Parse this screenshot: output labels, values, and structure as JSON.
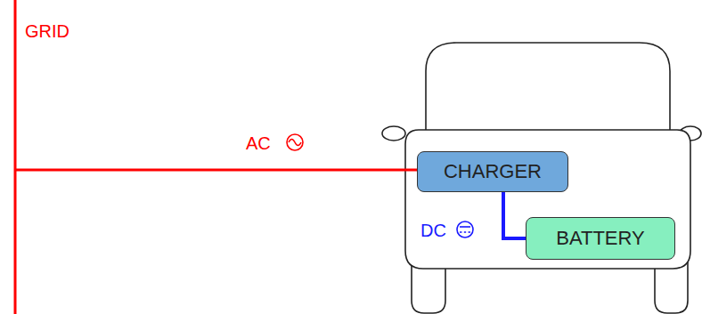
{
  "diagram": {
    "nodes": [
      {
        "text": [
          "CHARGER"
        ]
      },
      {
        "text": [
          "BATTERY"
        ]
      }
    ],
    "edges": [
      {
        "from": 0,
        "to": 1,
        "arrow": "none",
        "label": "DC"
      }
    ],
    "labels": [
      "GRID",
      "AC"
    ]
  }
}
